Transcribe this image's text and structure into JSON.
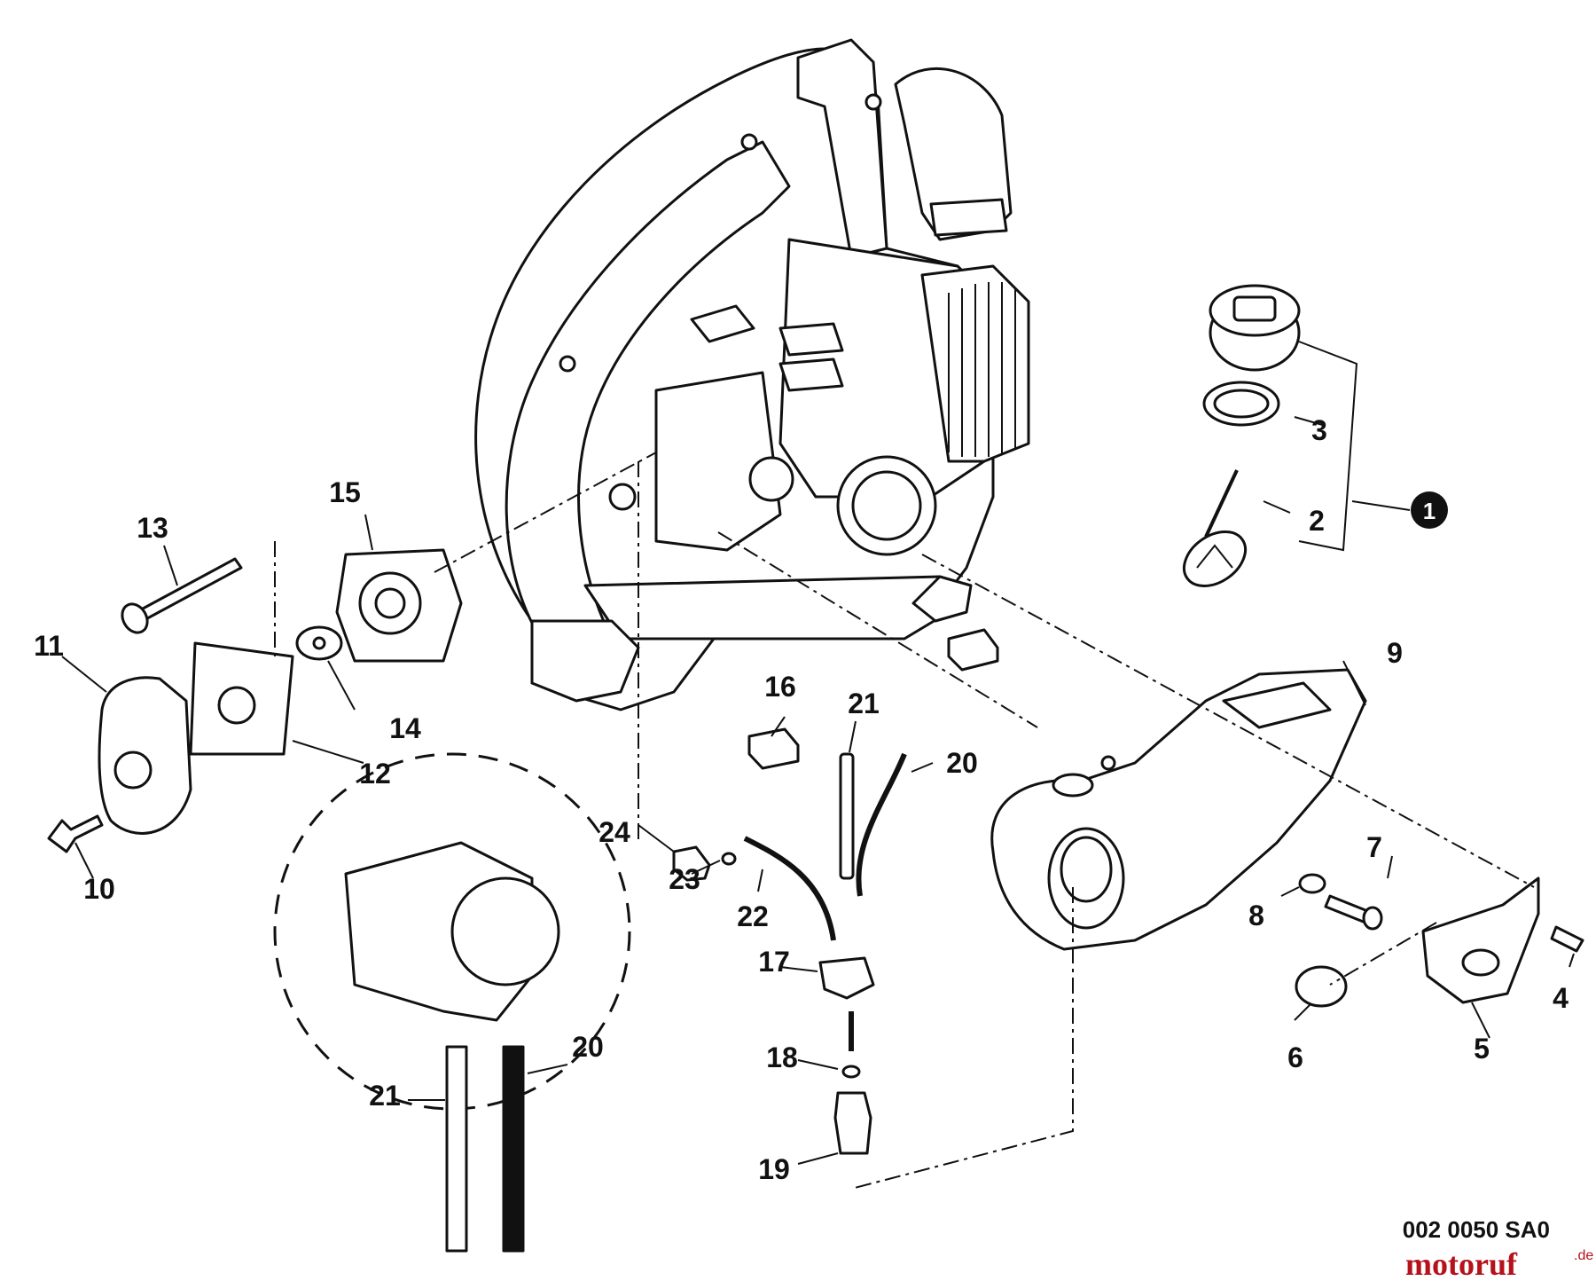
{
  "diagram": {
    "labels": {
      "l1": "1",
      "l2": "2",
      "l3": "3",
      "l4": "4",
      "l5": "5",
      "l6": "6",
      "l7": "7",
      "l8": "8",
      "l9": "9",
      "l10": "10",
      "l11": "11",
      "l12": "12",
      "l13": "13",
      "l14": "14",
      "l15": "15",
      "l16": "16",
      "l17": "17",
      "l18": "18",
      "l19": "19",
      "l20a": "20",
      "l20b": "20",
      "l21a": "21",
      "l21b": "21",
      "l22": "22",
      "l23": "23",
      "l24": "24"
    },
    "reference_code": "002 0050 SA0",
    "watermark": {
      "name": "motoruf",
      "suffix": ".de"
    }
  }
}
